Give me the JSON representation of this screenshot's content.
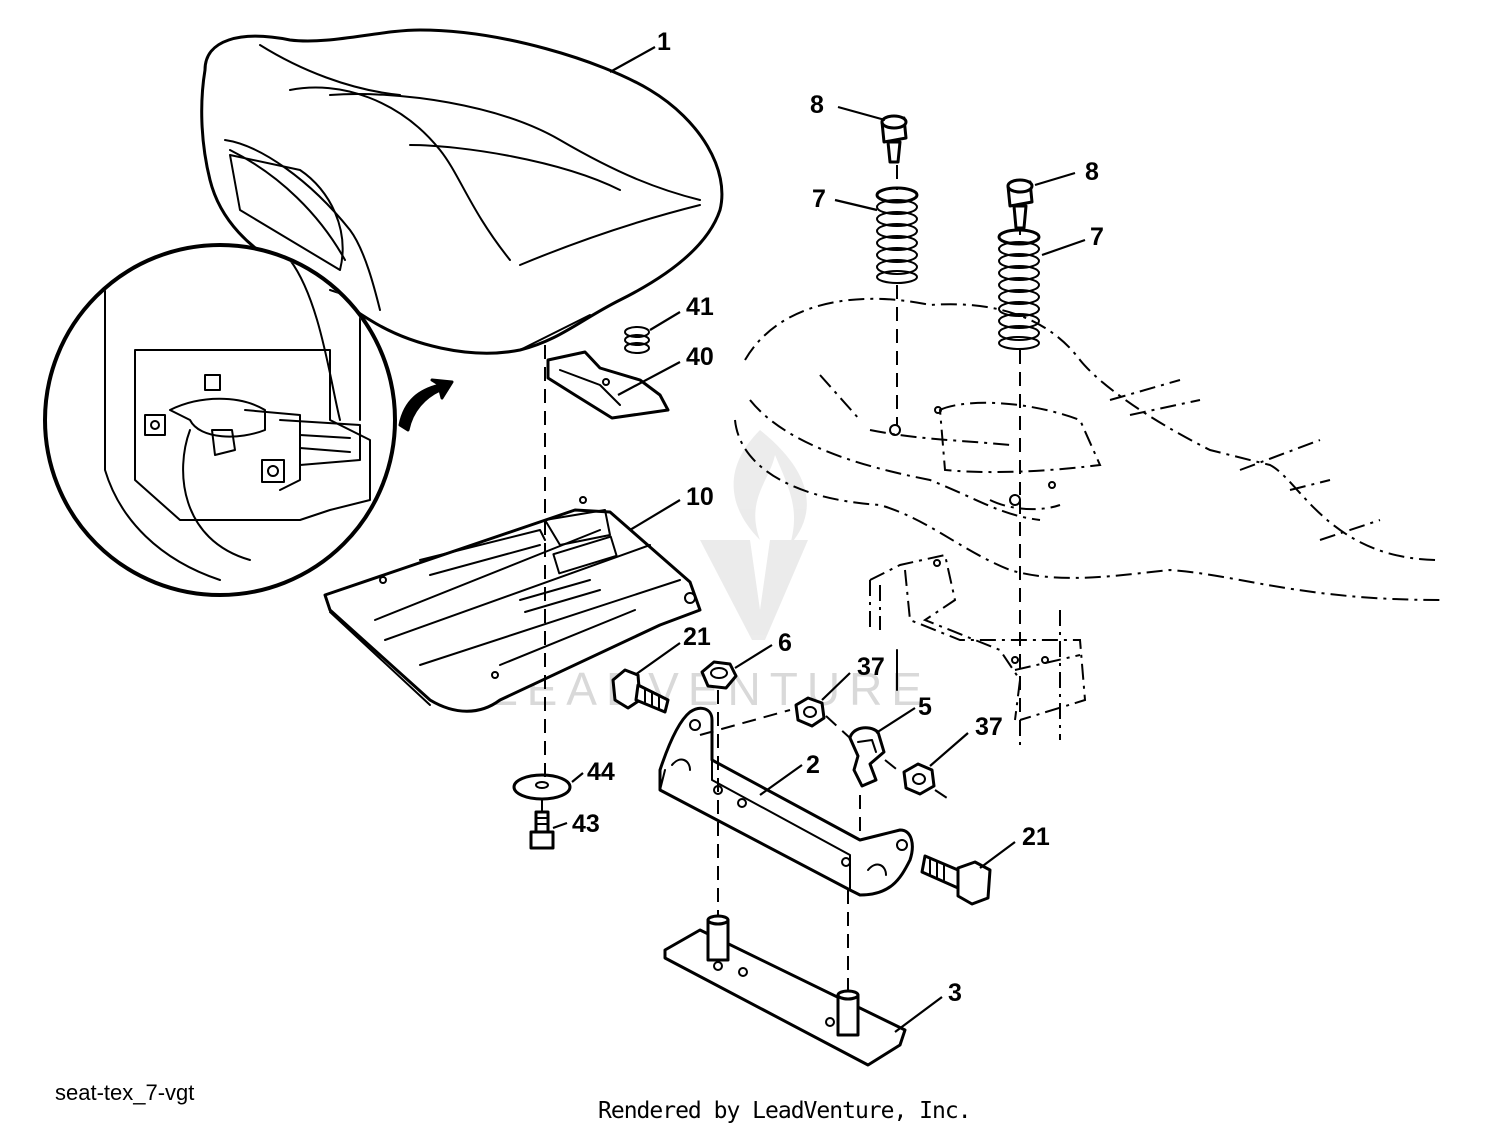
{
  "diagram": {
    "code": "seat-tex_7-vgt",
    "credit": "Rendered by LeadVenture, Inc.",
    "watermark": "LEADVENTURE",
    "callouts": {
      "seat": "1",
      "seat_bracket": "2",
      "pivot_plate": "3",
      "clip": "5",
      "nut_6": "6",
      "spring_left": "7",
      "spring_right": "7",
      "bolt_left": "8",
      "bolt_right": "8",
      "seat_pan": "10",
      "bolt_21_left": "21",
      "bolt_21_right": "21",
      "nut_37_left": "37",
      "nut_37_right": "37",
      "switch_bracket": "40",
      "small_spring": "41",
      "screw": "43",
      "washer": "44"
    }
  }
}
